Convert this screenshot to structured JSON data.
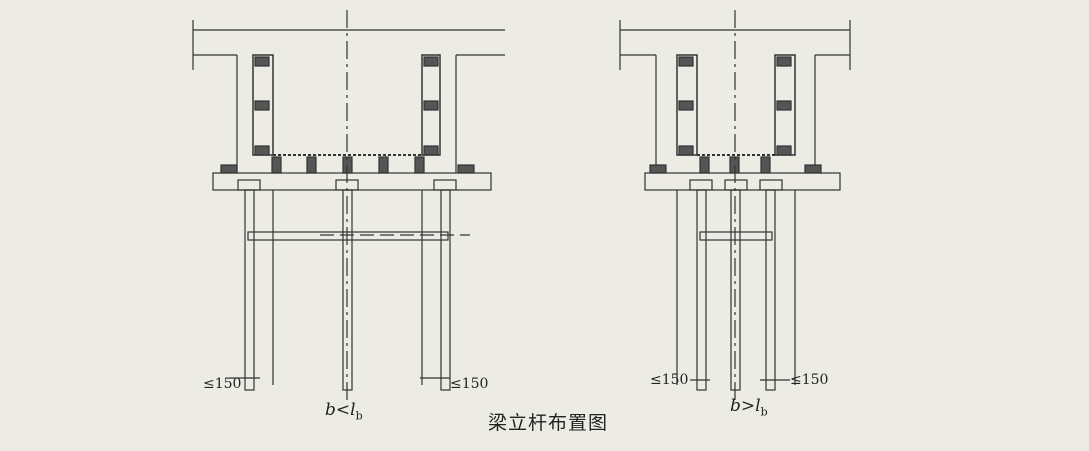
{
  "diagrams": [
    {
      "caption_var": "b<l",
      "caption_sub": "b",
      "left_dim": "≤150",
      "right_dim": "≤150"
    },
    {
      "caption_var": "b>l",
      "caption_sub": "b",
      "left_dim": "≤150",
      "right_dim": "≤150"
    }
  ],
  "title": "梁立杆布置图"
}
